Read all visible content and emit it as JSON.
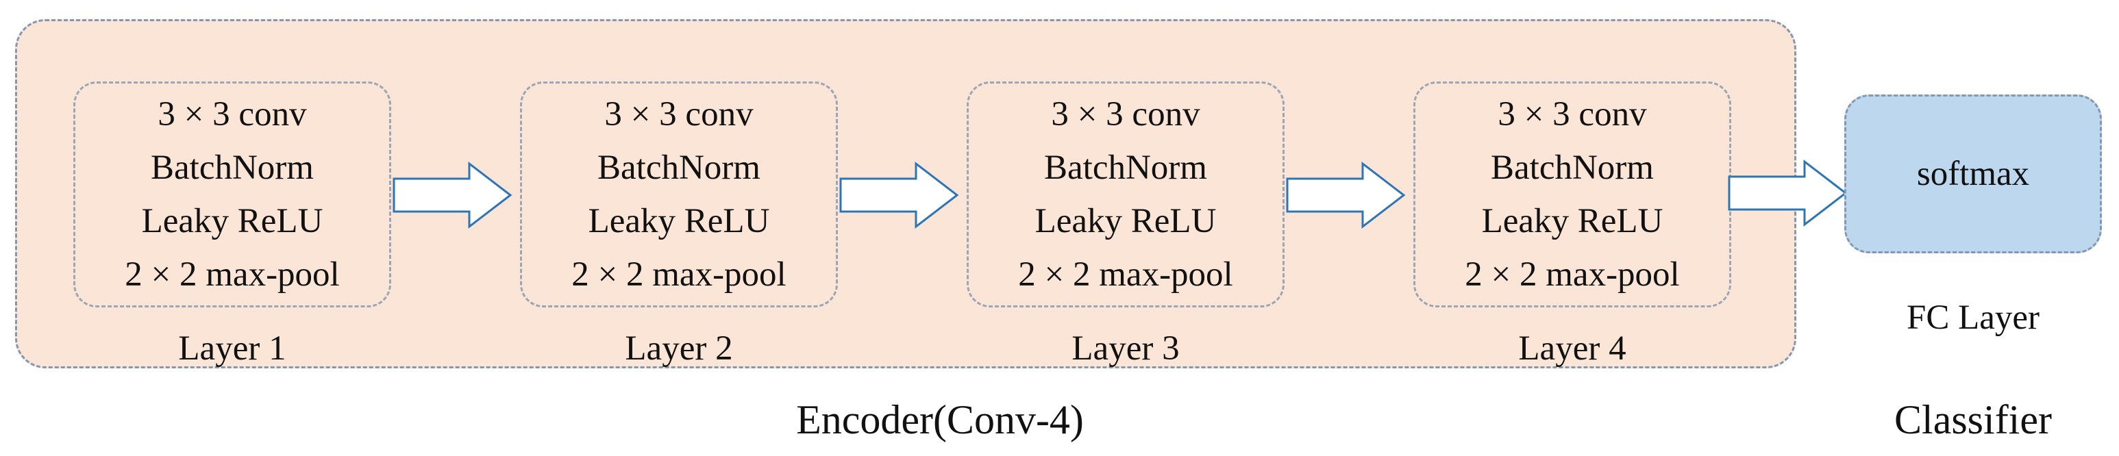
{
  "layers": [
    {
      "ops": [
        "3 × 3 conv",
        "BatchNorm",
        "Leaky ReLU",
        "2 × 2 max-pool"
      ],
      "label": "Layer 1"
    },
    {
      "ops": [
        "3 × 3 conv",
        "BatchNorm",
        "Leaky ReLU",
        "2 × 2 max-pool"
      ],
      "label": "Layer 2"
    },
    {
      "ops": [
        "3 × 3 conv",
        "BatchNorm",
        "Leaky ReLU",
        "2 × 2 max-pool"
      ],
      "label": "Layer 3"
    },
    {
      "ops": [
        "3 × 3 conv",
        "BatchNorm",
        "Leaky ReLU",
        "2 × 2 max-pool"
      ],
      "label": "Layer 4"
    }
  ],
  "fc": {
    "content": "softmax",
    "label": "FC Layer"
  },
  "groups": {
    "encoder": "Encoder(Conv-4)",
    "classifier": "Classifier"
  },
  "colors": {
    "encoder_fill": "#fbe5d6",
    "fc_fill": "#bdd7ee",
    "border": "#8497b0",
    "arrow_stroke": "#2e75b6"
  }
}
